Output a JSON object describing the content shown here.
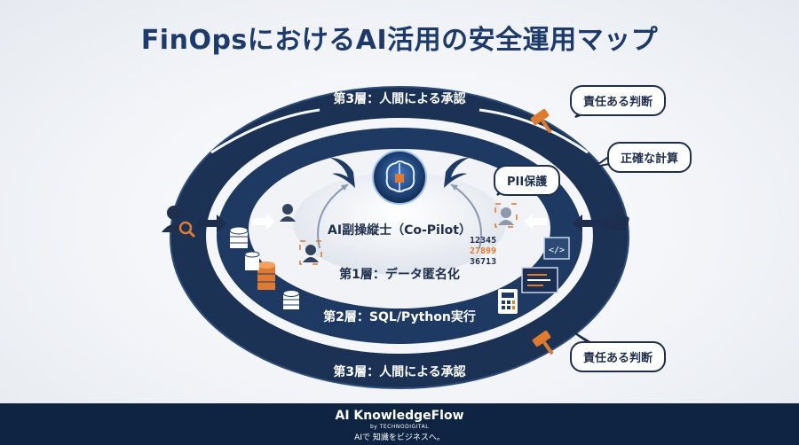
{
  "title": "FinOpsにおけるAI活用の安全運用マップ",
  "layers": {
    "outer_top": "第3層：人間による承認",
    "outer_bottom": "第3層：人間による承認",
    "middle": "第2層：SQL/Python実行",
    "inner": "第1層：データ匿名化"
  },
  "center": {
    "label": "AI副操縦士（Co-Pilot）"
  },
  "callouts": {
    "judgement_top": "責任ある判断",
    "accurate_calc": "正確な計算",
    "pii": "PII保護",
    "judgement_bottom": "責任ある判断"
  },
  "numbers": {
    "line1": "12345",
    "line2": "27899",
    "line3": "36713"
  },
  "footer": {
    "brand": "AI KnowledgeFlow",
    "by": "by TECHNODIGITAL",
    "slogan": "AIで 知識をビジネスへ。"
  },
  "colors": {
    "navy": "#1e2f4d",
    "orange": "#e07a2e",
    "footer": "#0f2443"
  }
}
